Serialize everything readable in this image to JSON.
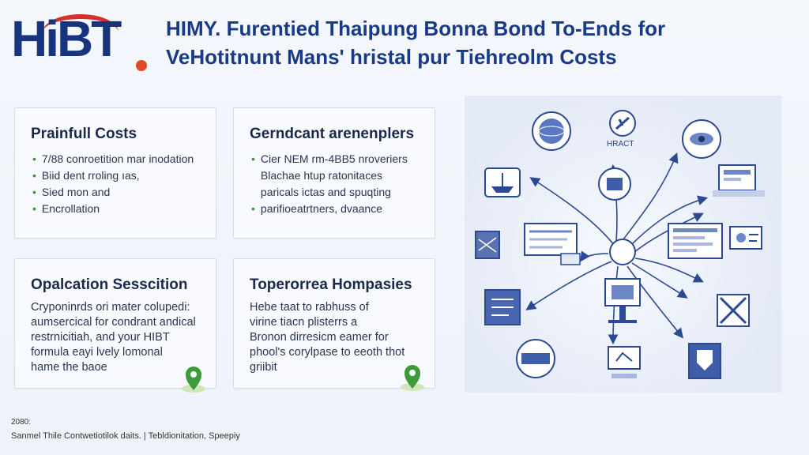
{
  "logo": {
    "text": "HiBT"
  },
  "title": {
    "line1": "HIMY. Furentied Thaipung Bonna Bond To-Ends for",
    "line2": "VeHotitnunt Mans' hristal pur Tiehreolm Costs"
  },
  "cards": {
    "card1": {
      "heading": "Prainfull Costs",
      "items": [
        "7/88 conroetition mar inodation",
        "Biid dent rroling ıas,",
        "Sied mon and",
        "Encrollation"
      ]
    },
    "card2": {
      "heading": "Gerndcant arenenplers",
      "items": [
        "Cier NEM rm-4BB5 nroveriers",
        "Blachae htup ratonitaces",
        "paricals ictas and spuqting",
        "parifioeatrtners, dvaance"
      ]
    },
    "card3": {
      "heading": "Opalcation Sesscition",
      "lines": [
        "Cryponinrds ori mater colupedi:",
        "aumsercical for condrant andical",
        "restrnicitiah, and your HIBT",
        "formula eayi lvely lomonal",
        "hame the baoe"
      ]
    },
    "card4": {
      "heading": "Toperorrea Hompasies",
      "lines": [
        "Hebe taat to rabhuss of",
        "virine tiacn plisterrs a",
        "Bronon dirresicm eamer for",
        "phool's corylpase to eeoth thot",
        "griibit"
      ]
    }
  },
  "diagram": {
    "label_top": "HRACT",
    "icons": [
      "hub-circle",
      "globe-badge",
      "rocket-badge",
      "eye-badge",
      "ship-badge",
      "screen-panel",
      "building-badge",
      "laptop-chart",
      "tablet-form",
      "id-card",
      "list-panel",
      "monitor-stand",
      "cross-box",
      "shield-badge",
      "round-seal",
      "computer-monitor"
    ]
  },
  "footer": {
    "line1": "2080:",
    "line2": "Sanmel Thile Contwetiotilok daits. | Tebldionitation, Speepiy"
  },
  "colors": {
    "brand": "#17357d",
    "accent": "#d5302b",
    "pin": "#3d9b3a"
  }
}
